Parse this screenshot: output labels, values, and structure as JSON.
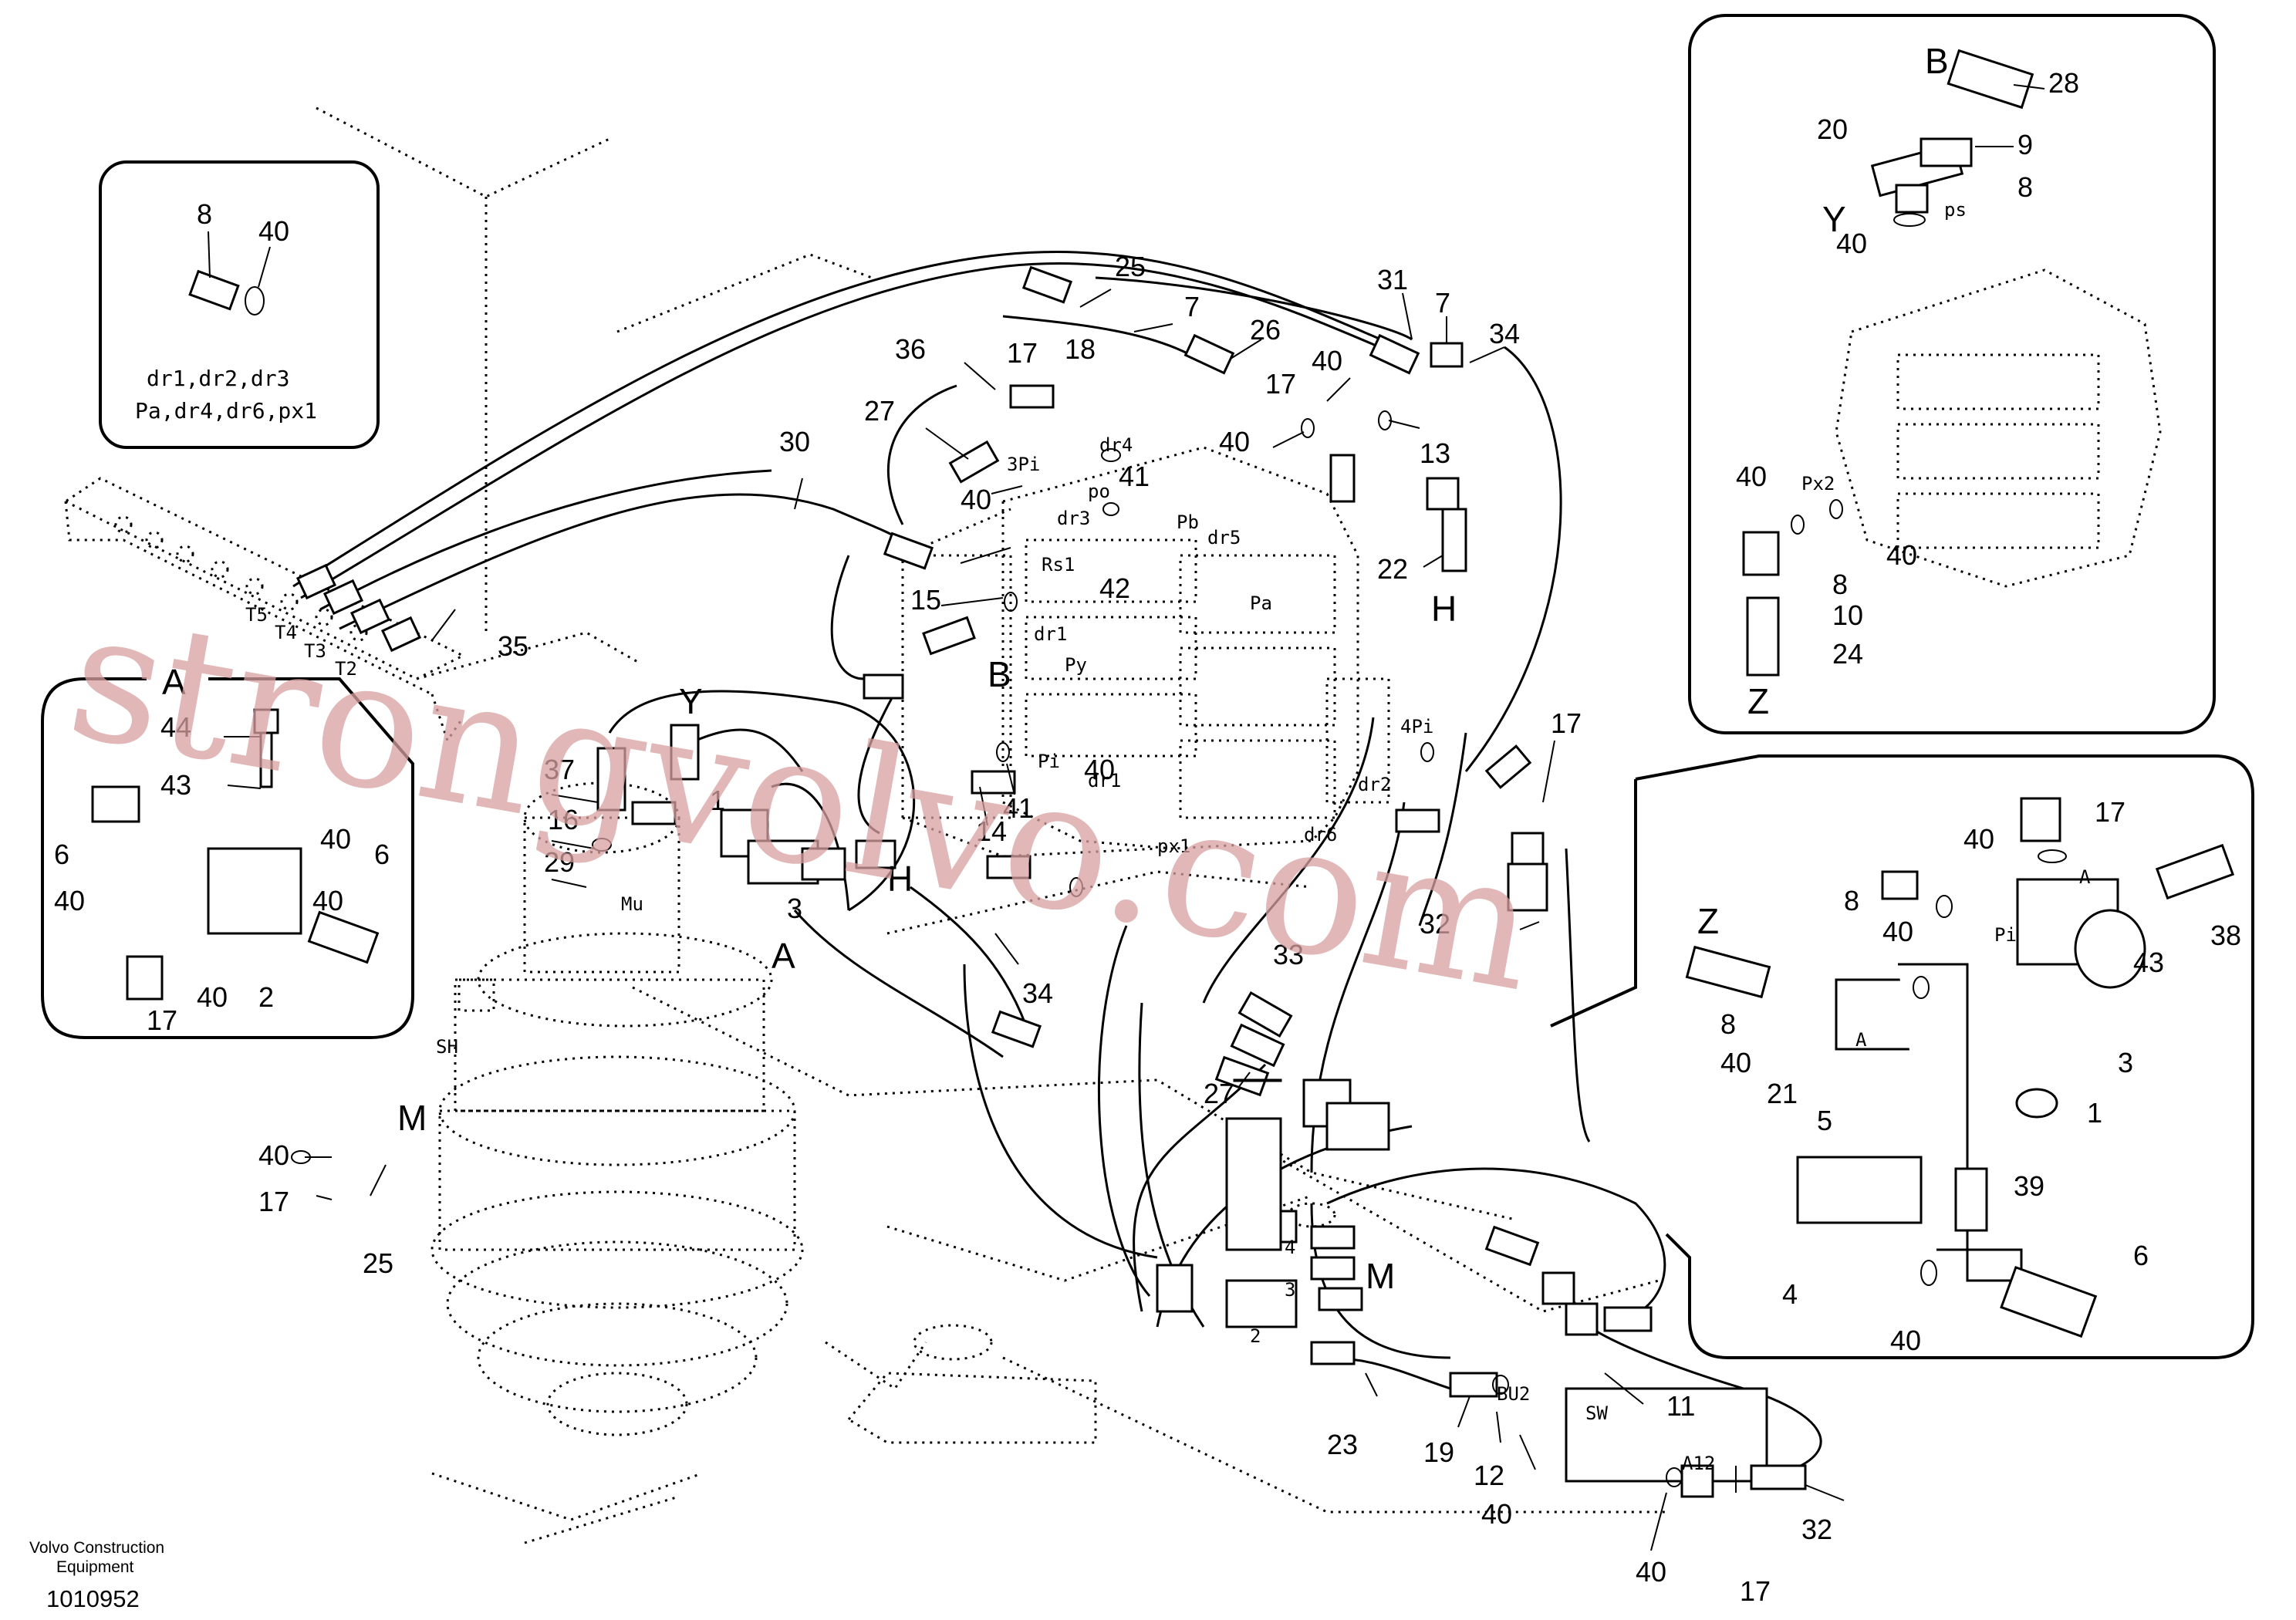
{
  "header": {
    "brand_line1": "Volvo Construction",
    "brand_line2": "Equipment",
    "drawing_number": "1010952"
  },
  "watermark": "strongvolvo.com",
  "insets": {
    "drain": {
      "parts": [
        "8",
        "40"
      ],
      "note_line1": "dr1,dr2,dr3",
      "note_line2": "Pa,dr4,dr6,px1"
    },
    "view_a": {
      "title": "A",
      "parts": [
        "44",
        "43",
        "40",
        "6",
        "40",
        "6",
        "40",
        "17",
        "40",
        "2"
      ]
    },
    "top_right": {
      "letters": [
        "B",
        "Y",
        "Z"
      ],
      "parts": [
        "28",
        "20",
        "9",
        "8",
        "40",
        "40",
        "8",
        "40",
        "10",
        "24"
      ],
      "ports": [
        "ps",
        "Px2"
      ]
    },
    "bottom_right": {
      "letters": [
        "Z"
      ],
      "parts": [
        "17",
        "40",
        "8",
        "40",
        "38",
        "43",
        "8",
        "40",
        "21",
        "5",
        "1",
        "3",
        "39",
        "4",
        "40",
        "6"
      ],
      "ports": [
        "A",
        "Pi",
        "A"
      ]
    }
  },
  "main": {
    "tank_ports": [
      "T5",
      "T4",
      "T3",
      "T2"
    ],
    "valve_ports": [
      "dr4",
      "3Pi",
      "po",
      "Pb",
      "dr5",
      "dr3",
      "Rs1",
      "Pa",
      "dr1",
      "Py",
      "Pi",
      "dr1",
      "px1",
      "4Pi",
      "dr2",
      "dr6",
      "Mu",
      "SH",
      "BU2",
      "SW",
      "A12"
    ],
    "letters": [
      "Y",
      "H",
      "A",
      "B",
      "H",
      "M",
      "M"
    ],
    "parts": [
      "25",
      "7",
      "26",
      "31",
      "7",
      "34",
      "36",
      "17",
      "18",
      "40",
      "17",
      "40",
      "13",
      "27",
      "30",
      "40",
      "41",
      "22",
      "42",
      "15",
      "35",
      "37",
      "16",
      "29",
      "14",
      "41",
      "1",
      "3",
      "34",
      "17",
      "32",
      "33",
      "27",
      "40",
      "17",
      "25",
      "23",
      "19",
      "12",
      "40",
      "11",
      "40",
      "17",
      "32",
      "4",
      "3",
      "2",
      "40"
    ]
  }
}
